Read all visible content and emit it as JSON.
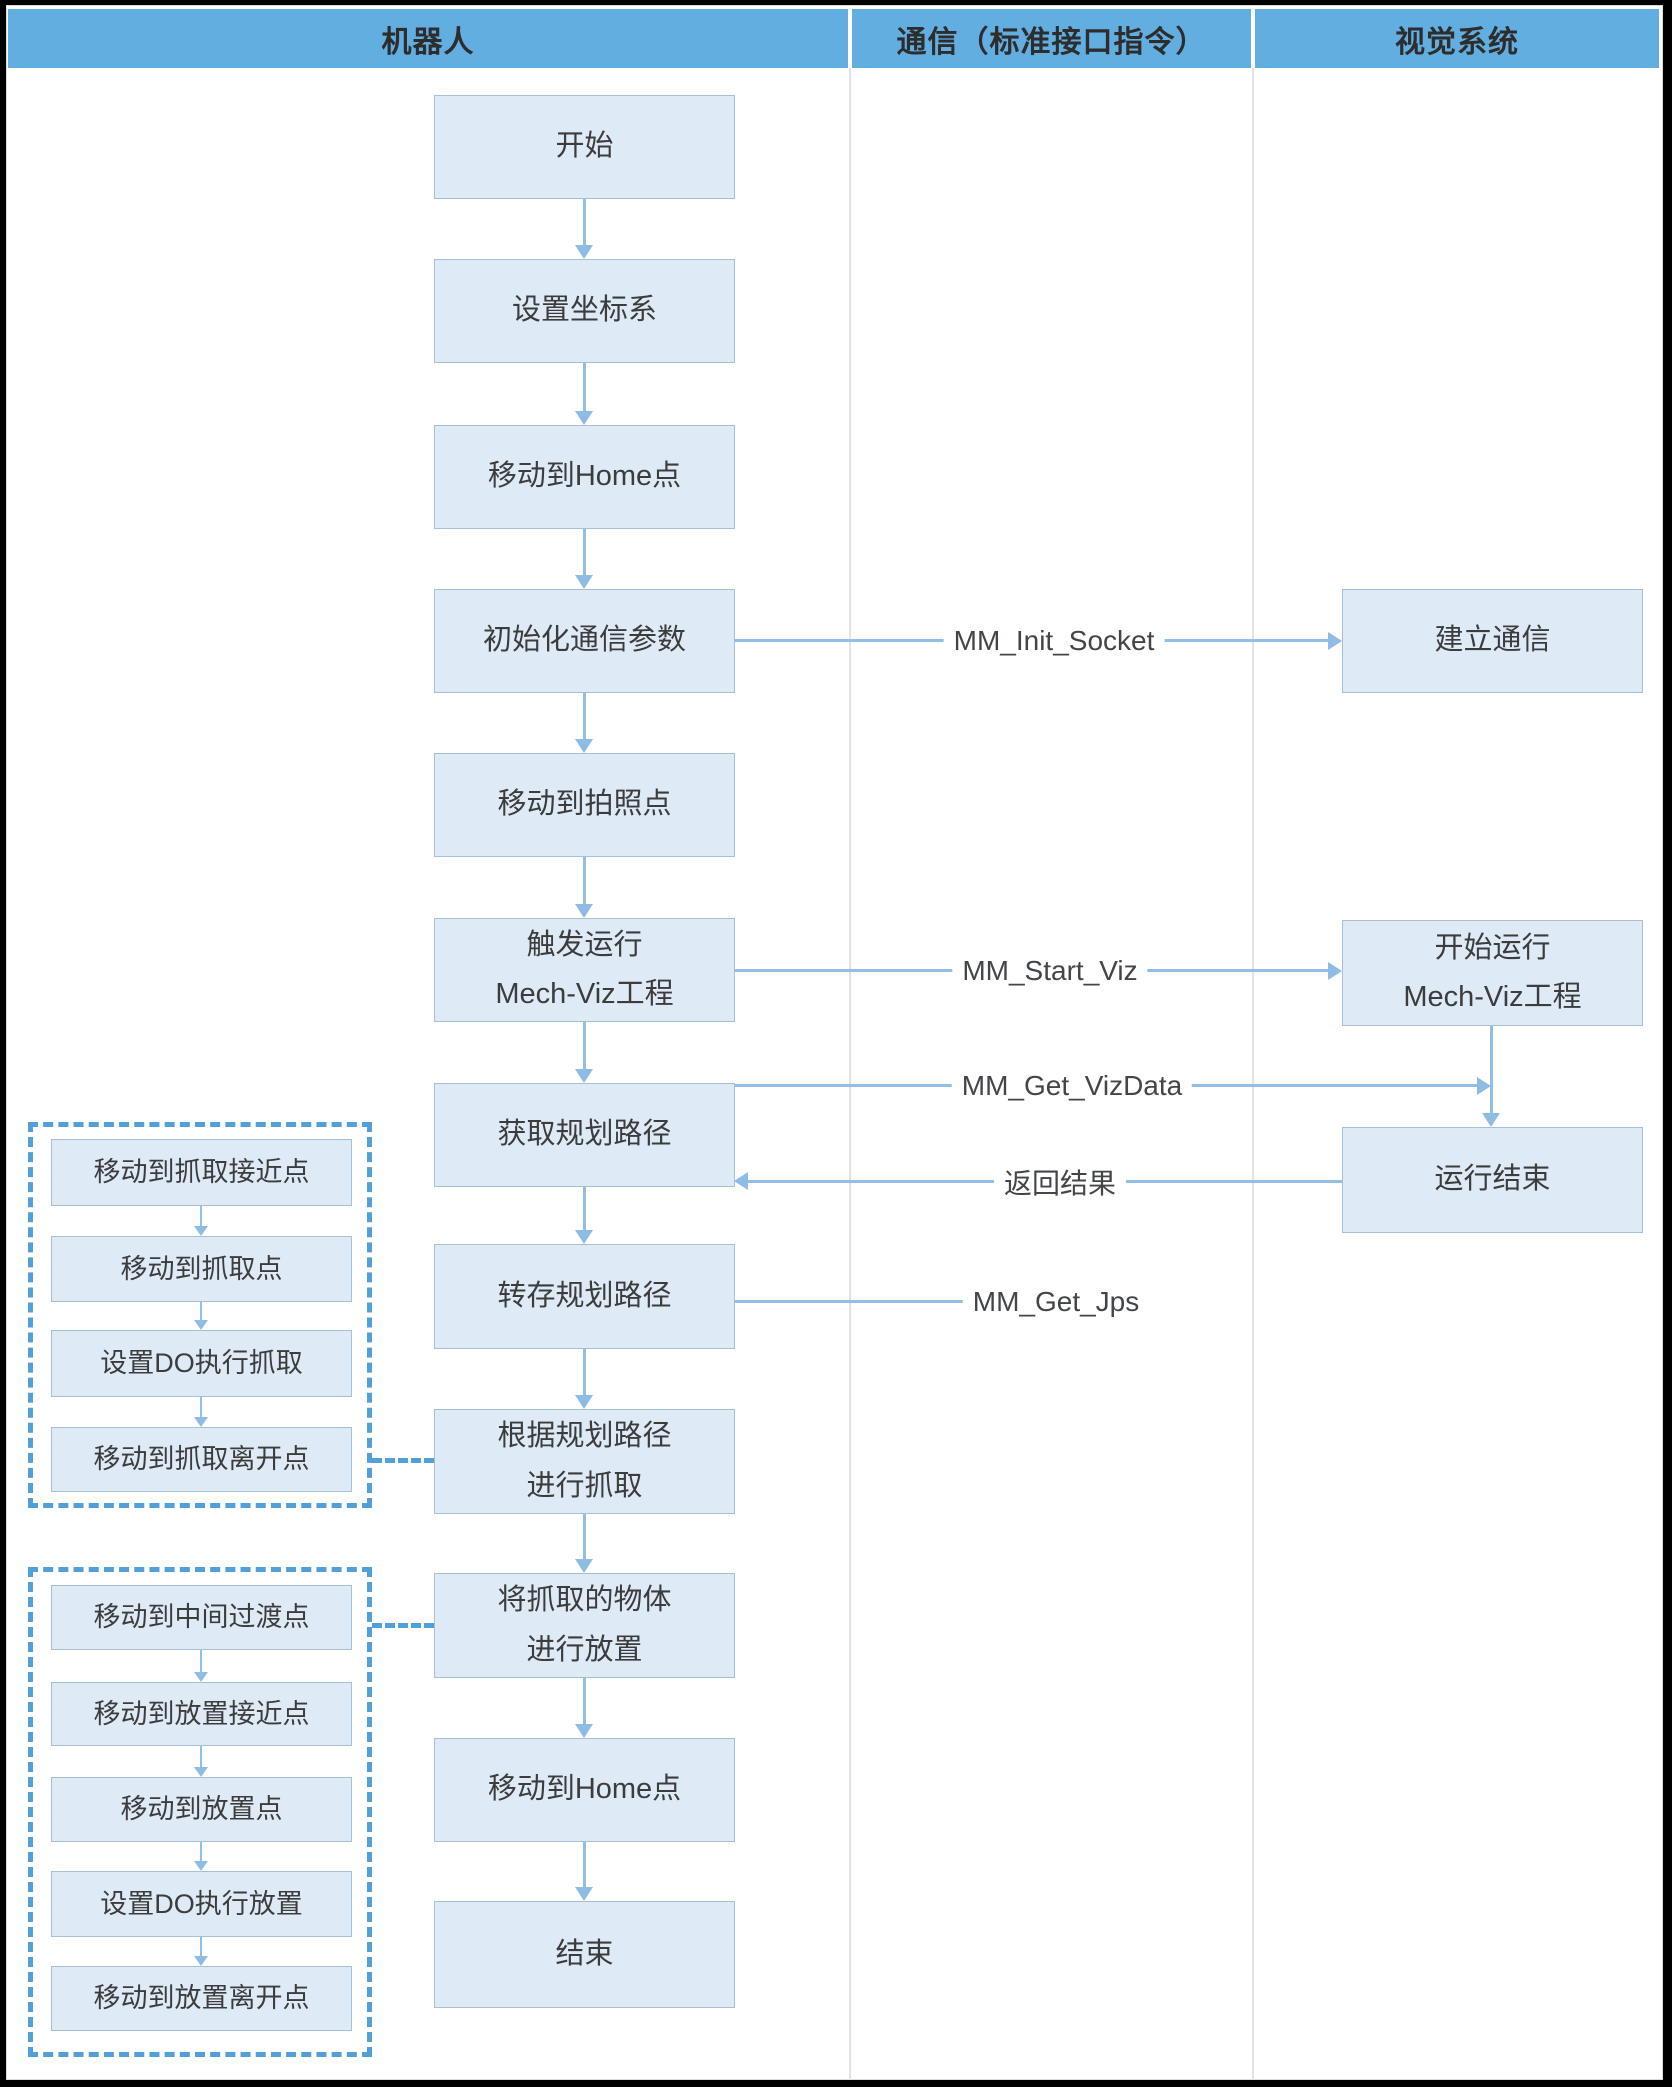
{
  "header": {
    "lanes": [
      {
        "label": "机器人"
      },
      {
        "label": "通信（标准接口指令）"
      },
      {
        "label": "视觉系统"
      }
    ]
  },
  "robot_flow": [
    {
      "label": "开始"
    },
    {
      "label": "设置坐标系"
    },
    {
      "label": "移动到Home点"
    },
    {
      "label": "初始化通信参数"
    },
    {
      "label": "移动到拍照点"
    },
    {
      "label": "触发运行\nMech-Viz工程"
    },
    {
      "label": "获取规划路径"
    },
    {
      "label": "转存规划路径"
    },
    {
      "label": "根据规划路径\n进行抓取"
    },
    {
      "label": "将抓取的物体\n进行放置"
    },
    {
      "label": "移动到Home点"
    },
    {
      "label": "结束"
    }
  ],
  "vision_flow": [
    {
      "label": "建立通信"
    },
    {
      "label": "开始运行\nMech-Viz工程"
    },
    {
      "label": "运行结束"
    }
  ],
  "messages": [
    {
      "label": "MM_Init_Socket"
    },
    {
      "label": "MM_Start_Viz"
    },
    {
      "label": "MM_Get_VizData"
    },
    {
      "label": "返回结果"
    },
    {
      "label": "MM_Get_Jps"
    }
  ],
  "grab_group": {
    "items": [
      {
        "label": "移动到抓取接近点"
      },
      {
        "label": "移动到抓取点"
      },
      {
        "label": "设置DO执行抓取"
      },
      {
        "label": "移动到抓取离开点"
      }
    ]
  },
  "place_group": {
    "items": [
      {
        "label": "移动到中间过渡点"
      },
      {
        "label": "移动到放置接近点"
      },
      {
        "label": "移动到放置点"
      },
      {
        "label": "设置DO执行放置"
      },
      {
        "label": "移动到放置离开点"
      }
    ]
  },
  "colors": {
    "header_bg": "#63aee1",
    "box_fill": "#deebf7",
    "box_border": "#a6c0d8",
    "arrow": "#93bfe6",
    "dashed_group": "#51a0da",
    "text": "#3c3c3c"
  }
}
